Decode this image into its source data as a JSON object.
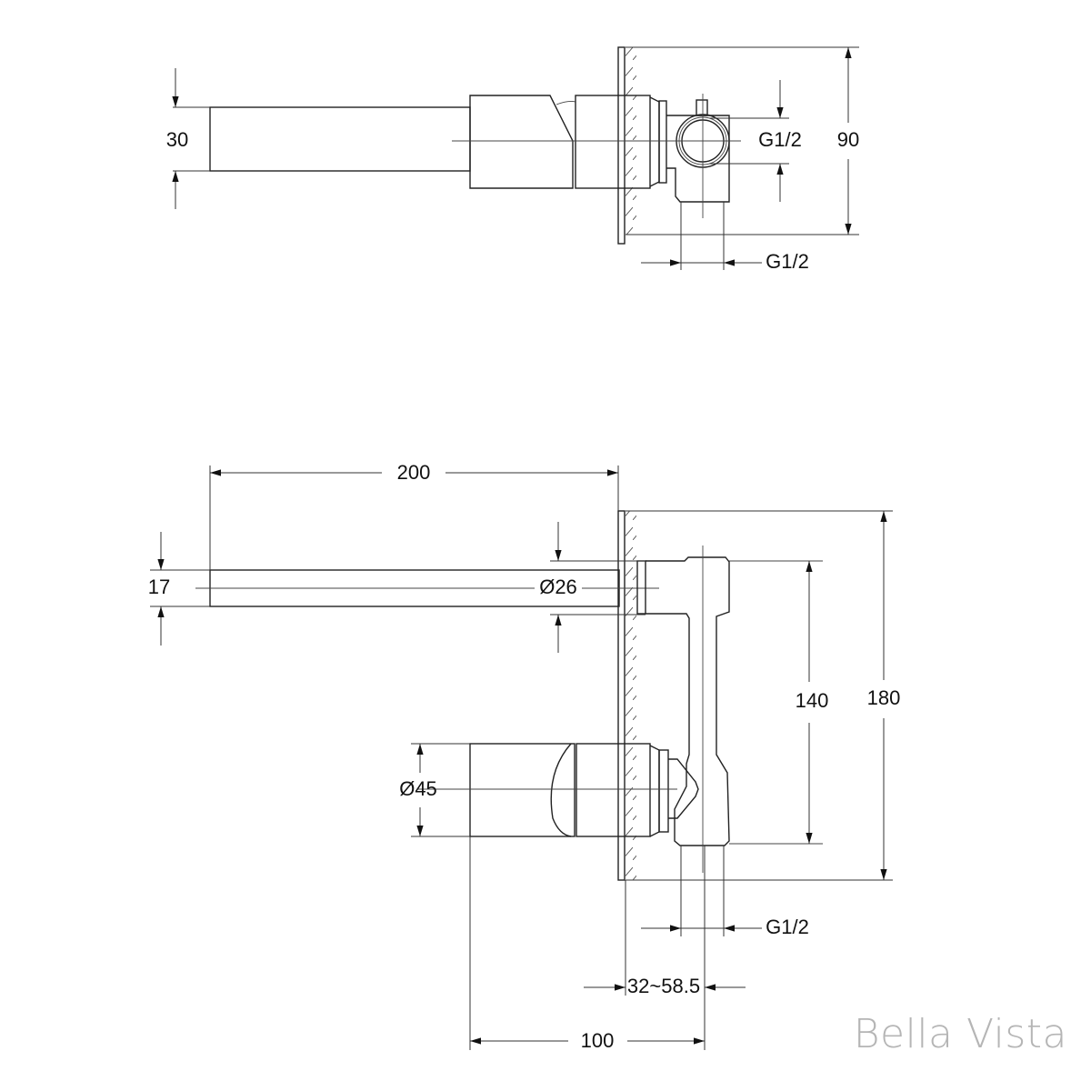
{
  "top_view": {
    "dim_spout_height": "30",
    "dim_inlet_side": "G1/2",
    "dim_total_height": "90",
    "dim_inlet_bottom": "G1/2"
  },
  "side_view": {
    "dim_spout_length": "200",
    "dim_spout_diameter": "17",
    "dim_escutcheon_diameter": "Ø26",
    "dim_handle_diameter": "Ø45",
    "dim_center_distance": "140",
    "dim_total_height": "180",
    "dim_inlet": "G1/2",
    "dim_wall_depth": "32~58.5",
    "dim_handle_projection": "100"
  },
  "brand": "Bella Vista"
}
